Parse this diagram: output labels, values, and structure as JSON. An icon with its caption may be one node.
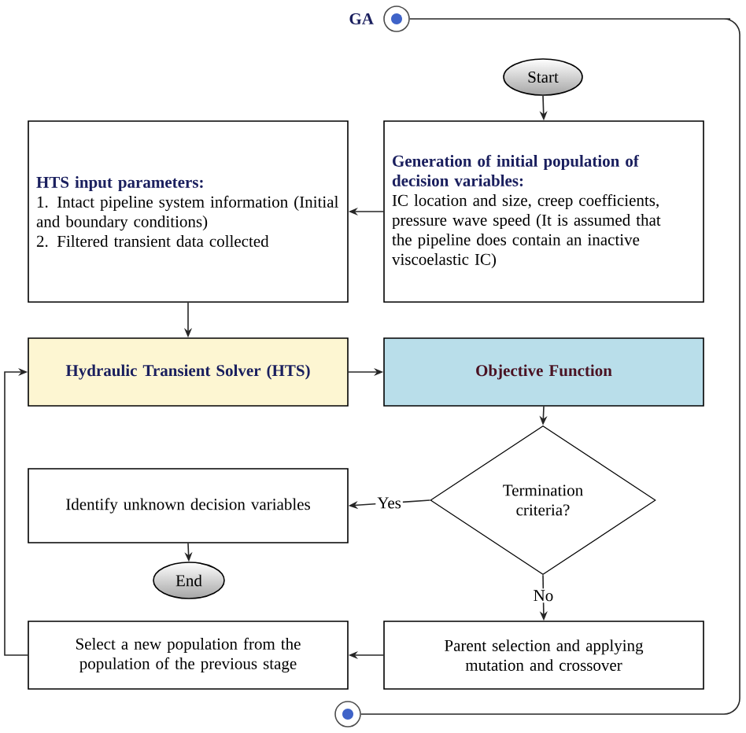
{
  "diagram": {
    "nodes": [
      {
        "text": [],
        "shape": "circle",
        "beside": [
          "GA"
        ]
      },
      {
        "text": [],
        "shape": "circle"
      },
      {
        "text": [
          "Start"
        ]
      },
      {
        "text": [
          "**Generation of initial population of decision variables**:",
          "IC location and size, creep coefficients, pressure wave speed (It is assumed that the pipeline does contain an inactive viscoelastic IC)"
        ]
      },
      {
        "text": [
          "HTS input parameters:",
          "1. Intact pipeline system information (Initial and boundary conditions)",
          "2. Filtered transient data collected"
        ]
      },
      {
        "text": [
          "Hydraulic Transient Solver (HTS)"
        ]
      },
      {
        "text": [
          "Objective Function"
        ]
      },
      {
        "text": [
          "Termination criteria?"
        ]
      },
      {
        "text": [
          "Identify unknown decision variables"
        ]
      },
      {
        "text": [
          "End"
        ]
      },
      {
        "text": [
          "Parent selection and applying mutation and crossover"
        ]
      },
      {
        "text": [
          "Select a new population from the population of the previous stage"
        ]
      }
    ],
    "edges": [
      {
        "from": 0,
        "to": 1,
        "arrow": "none"
      },
      {
        "from": 2,
        "to": 3,
        "arrow": "to"
      },
      {
        "from": 3,
        "to": 4,
        "arrow": "to"
      },
      {
        "from": 4,
        "to": 5,
        "arrow": "to"
      },
      {
        "from": 5,
        "to": 6,
        "arrow": "to"
      },
      {
        "from": 6,
        "to": 7,
        "arrow": "to"
      },
      {
        "from": 7,
        "to": 8,
        "arrow": "to",
        "label": "Yes"
      },
      {
        "from": 8,
        "to": 9,
        "arrow": "to"
      },
      {
        "from": 7,
        "to": 10,
        "arrow": "to",
        "label": "No"
      },
      {
        "from": 10,
        "to": 11,
        "arrow": "to"
      },
      {
        "from": 11,
        "to": 5,
        "arrow": "to"
      }
    ]
  }
}
